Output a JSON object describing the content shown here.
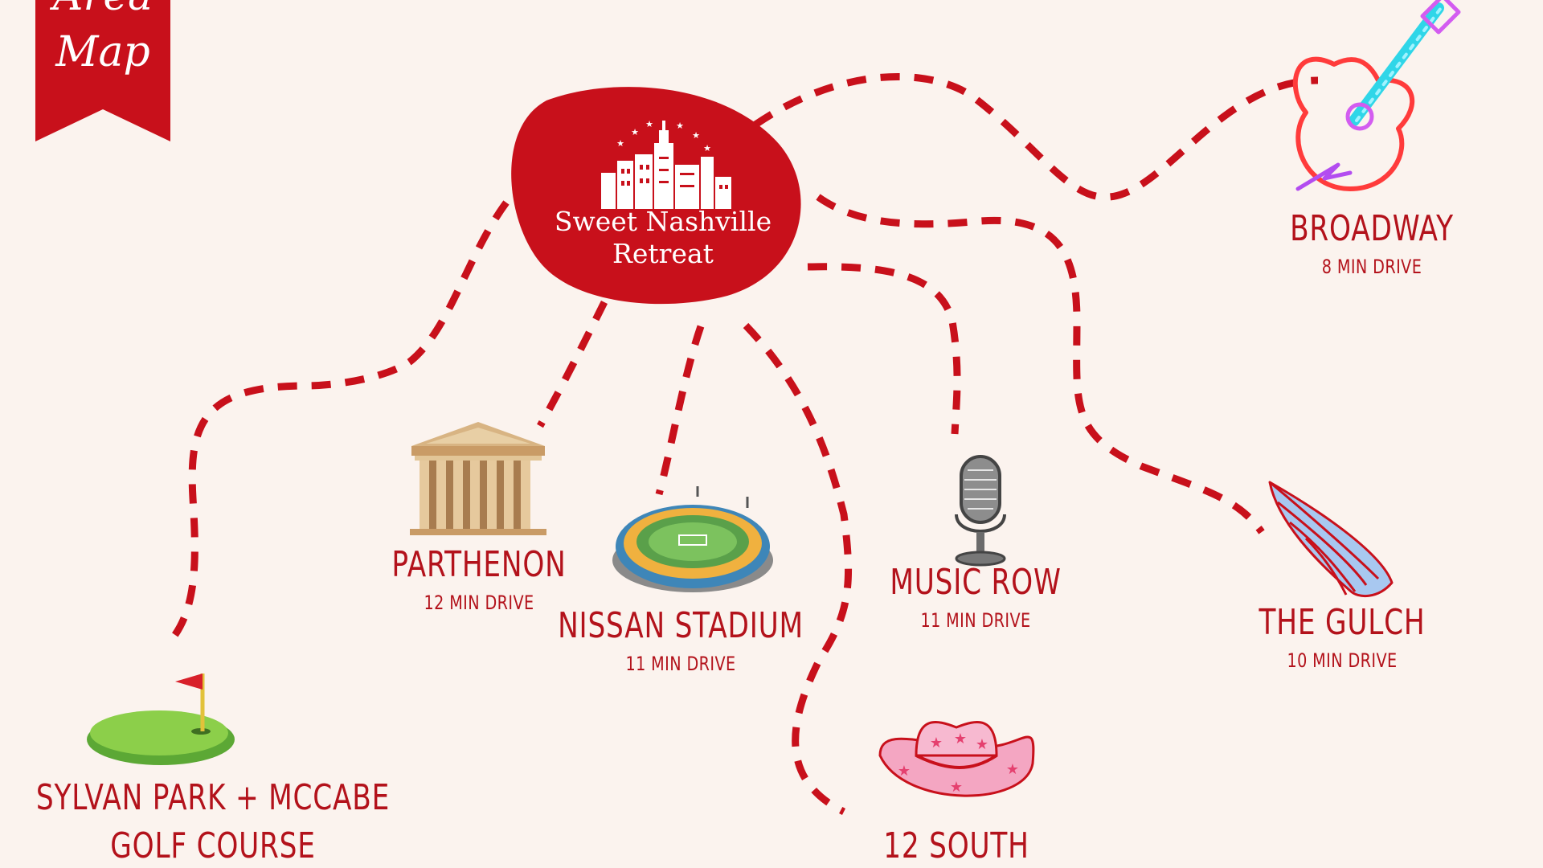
{
  "banner": {
    "line1": "Area",
    "line2": "Map"
  },
  "center": {
    "line1": "Sweet Nashville",
    "line2": "Retreat"
  },
  "destinations": {
    "broadway": {
      "name": "BROADWAY",
      "drive": "8 MIN DRIVE",
      "icon": "neon-guitar-icon"
    },
    "parthenon": {
      "name": "PARTHENON",
      "drive": "12 MIN DRIVE",
      "icon": "parthenon-icon"
    },
    "nissan": {
      "name": "NISSAN STADIUM",
      "drive": "11 MIN DRIVE",
      "icon": "stadium-icon"
    },
    "musicrow": {
      "name": "MUSIC ROW",
      "drive": "11 MIN DRIVE",
      "icon": "microphone-icon"
    },
    "gulch": {
      "name": "THE GULCH",
      "drive": "10 MIN DRIVE",
      "icon": "wing-icon"
    },
    "sylvan": {
      "name": "SYLVAN PARK + MCCABE",
      "name2": "GOLF COURSE",
      "icon": "golf-green-icon"
    },
    "south12": {
      "name": "12 SOUTH",
      "icon": "cowboy-hat-icon"
    }
  },
  "colors": {
    "accent": "#c8101b",
    "background": "#fbf3ee",
    "route": "#c8101b"
  }
}
